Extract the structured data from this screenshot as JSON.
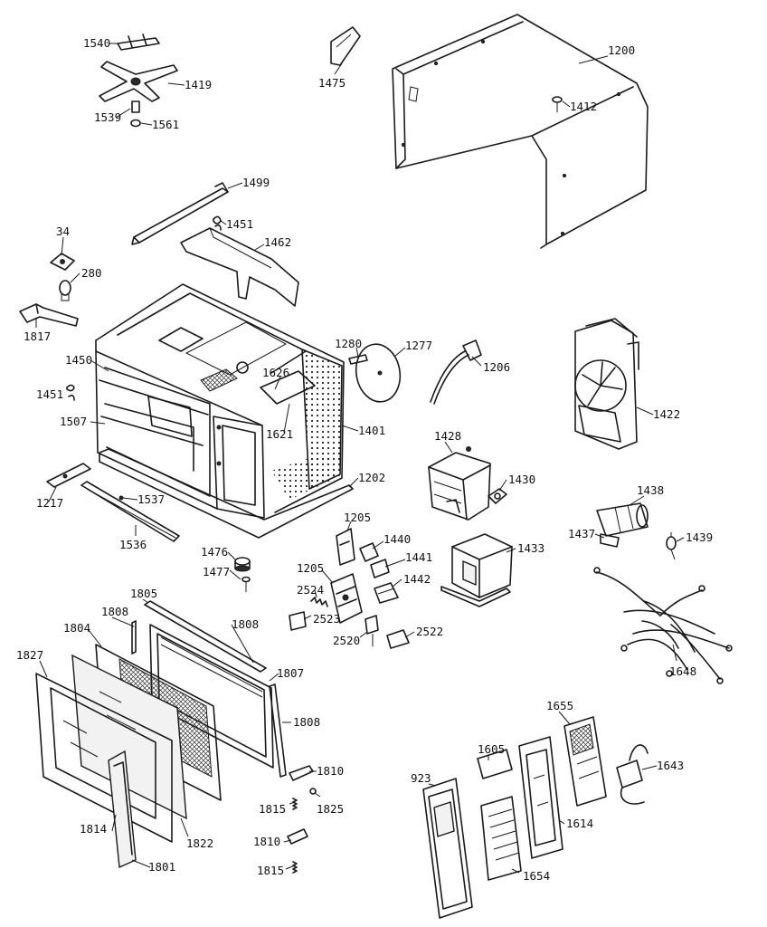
{
  "part_labels": [
    {
      "id": "p1540",
      "text": "1540"
    },
    {
      "id": "p1419",
      "text": "1419"
    },
    {
      "id": "p1539",
      "text": "1539"
    },
    {
      "id": "p1561",
      "text": "1561"
    },
    {
      "id": "p1475",
      "text": "1475"
    },
    {
      "id": "p1200",
      "text": "1200"
    },
    {
      "id": "p1412",
      "text": "1412"
    },
    {
      "id": "p1499",
      "text": "1499"
    },
    {
      "id": "p1451a",
      "text": "1451"
    },
    {
      "id": "p1462",
      "text": "1462"
    },
    {
      "id": "p34",
      "text": "34"
    },
    {
      "id": "p280",
      "text": "280"
    },
    {
      "id": "p1817",
      "text": "1817"
    },
    {
      "id": "p1450",
      "text": "1450"
    },
    {
      "id": "p1626",
      "text": "1626"
    },
    {
      "id": "p1280",
      "text": "1280"
    },
    {
      "id": "p1277",
      "text": "1277"
    },
    {
      "id": "p1206",
      "text": "1206"
    },
    {
      "id": "p1422",
      "text": "1422"
    },
    {
      "id": "p1451b",
      "text": "1451"
    },
    {
      "id": "p1507",
      "text": "1507"
    },
    {
      "id": "p1621",
      "text": "1621"
    },
    {
      "id": "p1401",
      "text": "1401"
    },
    {
      "id": "p1428",
      "text": "1428"
    },
    {
      "id": "p1430",
      "text": "1430"
    },
    {
      "id": "p1202",
      "text": "1202"
    },
    {
      "id": "p1217",
      "text": "1217"
    },
    {
      "id": "p1537",
      "text": "1537"
    },
    {
      "id": "p1536",
      "text": "1536"
    },
    {
      "id": "p1205a",
      "text": "1205"
    },
    {
      "id": "p1438",
      "text": "1438"
    },
    {
      "id": "p1437",
      "text": "1437"
    },
    {
      "id": "p1439",
      "text": "1439"
    },
    {
      "id": "p1476",
      "text": "1476"
    },
    {
      "id": "p1477",
      "text": "1477"
    },
    {
      "id": "p1440",
      "text": "1440"
    },
    {
      "id": "p1441",
      "text": "1441"
    },
    {
      "id": "p1433",
      "text": "1433"
    },
    {
      "id": "p1205b",
      "text": "1205"
    },
    {
      "id": "p1442",
      "text": "1442"
    },
    {
      "id": "p2524",
      "text": "2524"
    },
    {
      "id": "p2523",
      "text": "2523"
    },
    {
      "id": "p2520",
      "text": "2520"
    },
    {
      "id": "p2522",
      "text": "2522"
    },
    {
      "id": "p1805",
      "text": "1805"
    },
    {
      "id": "p1808a",
      "text": "1808"
    },
    {
      "id": "p1808b",
      "text": "1808"
    },
    {
      "id": "p1804",
      "text": "1804"
    },
    {
      "id": "p1827",
      "text": "1827"
    },
    {
      "id": "p1807",
      "text": "1807"
    },
    {
      "id": "p1808c",
      "text": "1808"
    },
    {
      "id": "p1648",
      "text": "1648"
    },
    {
      "id": "p1655",
      "text": "1655"
    },
    {
      "id": "p1605",
      "text": "1605"
    },
    {
      "id": "p1643",
      "text": "1643"
    },
    {
      "id": "p1810a",
      "text": "1810"
    },
    {
      "id": "p923",
      "text": "923"
    },
    {
      "id": "p1815a",
      "text": "1815"
    },
    {
      "id": "p1825",
      "text": "1825"
    },
    {
      "id": "p1614",
      "text": "1614"
    },
    {
      "id": "p1814",
      "text": "1814"
    },
    {
      "id": "p1822",
      "text": "1822"
    },
    {
      "id": "p1810b",
      "text": "1810"
    },
    {
      "id": "p1801",
      "text": "1801"
    },
    {
      "id": "p1815b",
      "text": "1815"
    },
    {
      "id": "p1654",
      "text": "1654"
    }
  ]
}
